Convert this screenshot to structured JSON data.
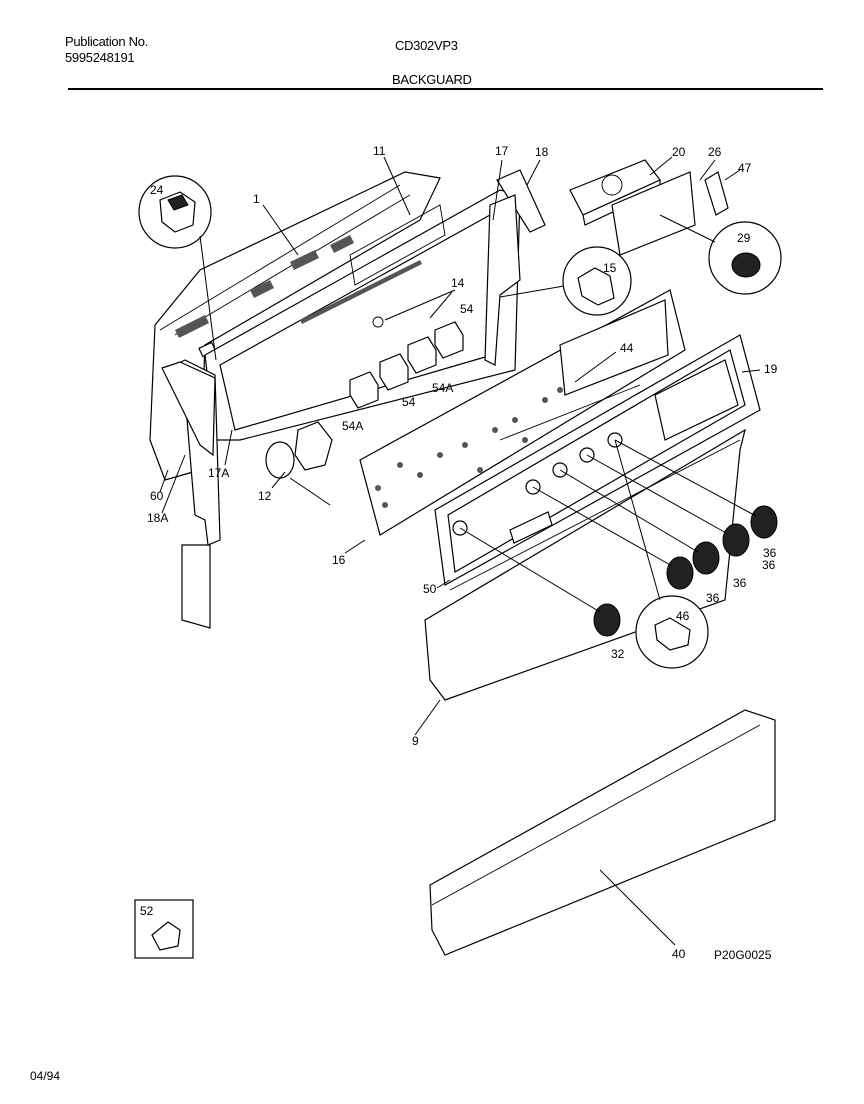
{
  "header": {
    "publication_label": "Publication No.",
    "publication_number": "5995248191",
    "model": "CD302VP3",
    "section_title": "BACKGUARD"
  },
  "diagram": {
    "code": "P20G0025",
    "part_numbers": [
      "1",
      "9",
      "11",
      "12",
      "14",
      "15",
      "16",
      "17",
      "17A",
      "18",
      "18A",
      "19",
      "20",
      "24",
      "26",
      "29",
      "32",
      "36",
      "40",
      "44",
      "46",
      "47",
      "50",
      "52",
      "54",
      "54A",
      "60"
    ]
  },
  "footer": {
    "date": "04/94"
  }
}
